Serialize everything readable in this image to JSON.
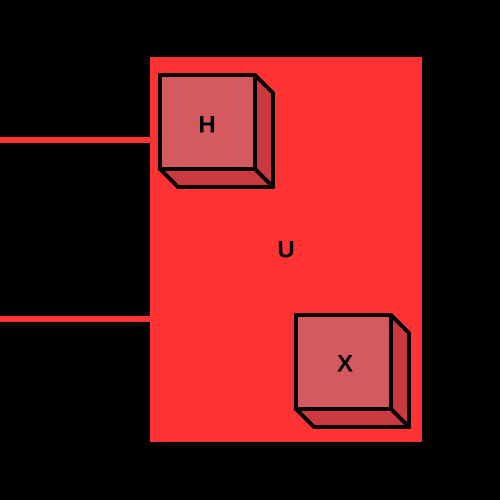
{
  "diagram": {
    "unitary_label": "U",
    "gates": [
      {
        "label": "H"
      },
      {
        "label": "X"
      }
    ],
    "colors": {
      "background": "#000000",
      "wire": "#ff3333",
      "unitary_fill": "#ff3333",
      "gate_face": "#d45a5f",
      "gate_side": "#c9393e",
      "outline": "#000000",
      "label": "#000000"
    }
  }
}
